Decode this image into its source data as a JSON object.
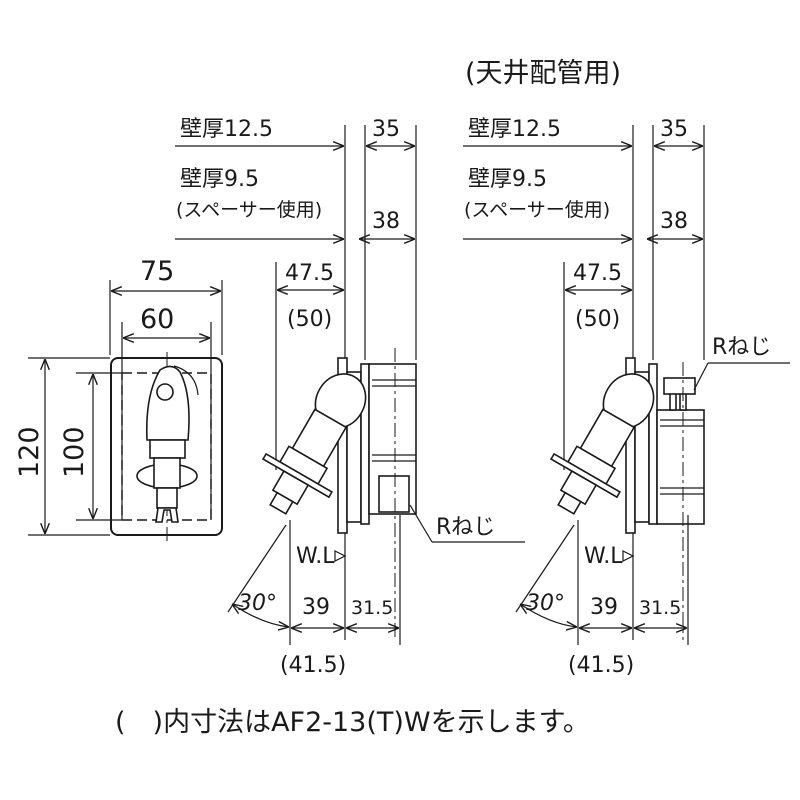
{
  "ceiling_piping_label": "(天井配管用)",
  "front_view": {
    "width_outer": "75",
    "width_inner": "60",
    "height_outer": "120",
    "height_inner": "100"
  },
  "side_view_left": {
    "wall_thickness_1": "壁厚12.5",
    "dim_35": "35",
    "wall_thickness_2": "壁厚9.5",
    "spacer_note": "(スペーサー使用)",
    "dim_38": "38",
    "dim_47_5": "47.5",
    "dim_50": "(50)",
    "r_thread": "Rねじ",
    "water_line": "W.L",
    "angle": "30°",
    "dim_39": "39",
    "dim_31_5": "31.5",
    "dim_41_5": "(41.5)"
  },
  "side_view_right": {
    "wall_thickness_1": "壁厚12.5",
    "dim_35": "35",
    "wall_thickness_2": "壁厚9.5",
    "spacer_note": "(スペーサー使用)",
    "dim_38": "38",
    "dim_47_5": "47.5",
    "dim_50": "(50)",
    "r_thread": "Rねじ",
    "water_line": "W.L",
    "angle": "30°",
    "dim_39": "39",
    "dim_31_5": "31.5",
    "dim_41_5": "(41.5)"
  },
  "footnote": "(　)内寸法はAF2-13(T)Wを示します。"
}
